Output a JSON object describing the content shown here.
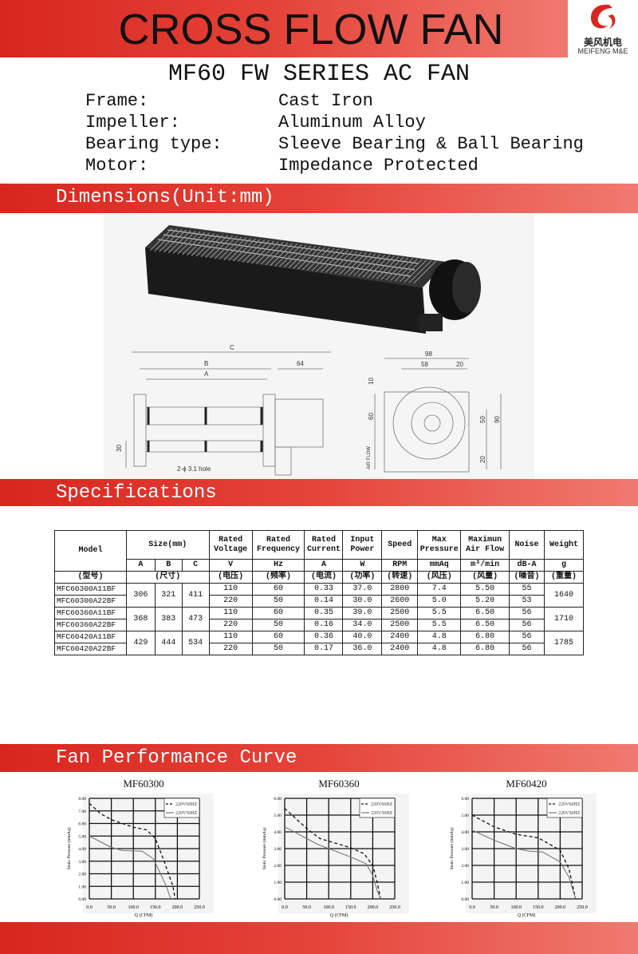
{
  "header": {
    "title": "CROSS FLOW FAN",
    "logo_cn": "美风机电",
    "logo_en": "MEIFENG M&E",
    "subtitle": "MF60 FW SERIES AC FAN"
  },
  "specs": [
    {
      "k": "Frame:",
      "v": "Cast Iron"
    },
    {
      "k": "Impeller:",
      "v": "Aluminum Alloy"
    },
    {
      "k": "Bearing type:",
      "v": "Sleeve Bearing & Ball Bearing"
    },
    {
      "k": "Motor:",
      "v": "Impedance Protected"
    }
  ],
  "sections": {
    "dimensions": "Dimensions(Unit:mm)",
    "specifications": "Specifications",
    "curve": "Fan Performance Curve"
  },
  "drawing": {
    "C": "C",
    "B": "B",
    "A": "A",
    "d64": "64",
    "d30": "30",
    "hole": "2-ϕ 3.1 hole",
    "d98": "98",
    "d58": "58",
    "d20a": "20",
    "d10": "10",
    "d60": "60",
    "d50": "50",
    "d90": "90",
    "d20b": "20",
    "airflow": "AIR FLOW"
  },
  "table": {
    "head": [
      "Model",
      "Size(mm)",
      "Rated Voltage",
      "Rated Frequency",
      "Rated Current",
      "Input Power",
      "Speed",
      "Max Pressure",
      "Maximun Air Flow",
      "Noise",
      "Weight"
    ],
    "units": [
      "A",
      "B",
      "C",
      "V",
      "Hz",
      "A",
      "W",
      "RPM",
      "mmAq",
      "m³/min",
      "dB-A",
      "g"
    ],
    "cn": [
      "(型号)",
      "(尺寸)",
      "(电压)",
      "(频率)",
      "(电流)",
      "(功率)",
      "(转速)",
      "(风压)",
      "(风量)",
      "(噪音)",
      "(重量)"
    ],
    "groups": [
      {
        "size": [
          "306",
          "321",
          "411"
        ],
        "weight": "1640",
        "rows": [
          [
            "MFC60300A11BF",
            "110",
            "60",
            "0.33",
            "37.0",
            "2800",
            "7.4",
            "5.50",
            "55"
          ],
          [
            "MFC60300A22BF",
            "220",
            "50",
            "0.14",
            "30.0",
            "2600",
            "5.0",
            "5.20",
            "53"
          ]
        ]
      },
      {
        "size": [
          "368",
          "383",
          "473"
        ],
        "weight": "1710",
        "rows": [
          [
            "MFC60360A11BF",
            "110",
            "60",
            "0.35",
            "39.0",
            "2500",
            "5.5",
            "6.50",
            "56"
          ],
          [
            "MFC60360A22BF",
            "220",
            "50",
            "0.16",
            "34.0",
            "2500",
            "5.5",
            "6.50",
            "56"
          ]
        ]
      },
      {
        "size": [
          "429",
          "444",
          "534"
        ],
        "weight": "1785",
        "rows": [
          [
            "MFC60420A11BF",
            "110",
            "60",
            "0.36",
            "40.0",
            "2400",
            "4.8",
            "6.80",
            "56"
          ],
          [
            "MFC60420A22BF",
            "220",
            "50",
            "0.17",
            "36.0",
            "2400",
            "4.8",
            "6.80",
            "56"
          ]
        ]
      }
    ]
  },
  "chart_data": [
    {
      "type": "line",
      "title": "MF60300",
      "xlabel": "Q (CFM)",
      "ylabel": "Static Pressure (mmAq)",
      "xlim": [
        0,
        250
      ],
      "ylim": [
        0,
        8
      ],
      "xticks": [
        "0.0",
        "50.0",
        "100.0",
        "150.0",
        "200.0",
        "250.0"
      ],
      "yticks": [
        "0.00",
        "1.00",
        "2.00",
        "3.00",
        "4.00",
        "5.00",
        "6.00",
        "7.00",
        "8.00"
      ],
      "legend": "top-right",
      "series": [
        {
          "name": "220V60HZ",
          "style": "dashed",
          "points": [
            [
              0,
              7.6
            ],
            [
              25,
              6.8
            ],
            [
              50,
              6.3
            ],
            [
              100,
              5.7
            ],
            [
              130,
              5.5
            ],
            [
              150,
              4.8
            ],
            [
              170,
              3.0
            ],
            [
              190,
              1.0
            ],
            [
              195,
              0
            ]
          ]
        },
        {
          "name": "220V50HZ",
          "style": "solid",
          "points": [
            [
              0,
              5.0
            ],
            [
              50,
              4.1
            ],
            [
              75,
              3.85
            ],
            [
              120,
              3.8
            ],
            [
              145,
              3.2
            ],
            [
              155,
              2.5
            ],
            [
              175,
              1.0
            ],
            [
              185,
              0
            ]
          ]
        }
      ]
    },
    {
      "type": "line",
      "title": "MF60360",
      "xlabel": "Q (CFM)",
      "ylabel": "Static Pressure (mmAq)",
      "xlim": [
        0,
        250
      ],
      "ylim": [
        0,
        6
      ],
      "xticks": [
        "0.0",
        "50.0",
        "100.0",
        "150.0",
        "200.0",
        "250.0"
      ],
      "yticks": [
        "0.00",
        "1.00",
        "2.00",
        "3.00",
        "4.00",
        "5.00",
        "6.00"
      ],
      "legend": "top-right",
      "series": [
        {
          "name": "220V60HZ",
          "style": "dashed",
          "points": [
            [
              0,
              5.4
            ],
            [
              50,
              4.2
            ],
            [
              80,
              3.6
            ],
            [
              150,
              3.05
            ],
            [
              180,
              2.7
            ],
            [
              200,
              2.0
            ],
            [
              210,
              1.0
            ],
            [
              218,
              0
            ]
          ]
        },
        {
          "name": "220V50HZ",
          "style": "solid",
          "points": [
            [
              0,
              4.3
            ],
            [
              50,
              3.6
            ],
            [
              75,
              3.25
            ],
            [
              150,
              2.5
            ],
            [
              185,
              2.1
            ],
            [
              200,
              1.4
            ],
            [
              210,
              0.5
            ],
            [
              218,
              0
            ]
          ]
        }
      ]
    },
    {
      "type": "line",
      "title": "MF60420",
      "xlabel": "Q (CFM)",
      "ylabel": "Static Pressure (mmAq)",
      "xlim": [
        0,
        250
      ],
      "ylim": [
        0,
        6
      ],
      "xticks": [
        "0.0",
        "50.0",
        "100.0",
        "150.0",
        "200.0",
        "250.0"
      ],
      "yticks": [
        "0.00",
        "1.00",
        "2.00",
        "3.00",
        "4.00",
        "5.00",
        "6.00"
      ],
      "legend": "top-right",
      "series": [
        {
          "name": "220V60HZ",
          "style": "dashed",
          "points": [
            [
              0,
              5.0
            ],
            [
              50,
              4.3
            ],
            [
              100,
              3.85
            ],
            [
              150,
              3.65
            ],
            [
              200,
              2.9
            ],
            [
              220,
              1.8
            ],
            [
              235,
              0
            ]
          ]
        },
        {
          "name": "220V50HZ",
          "style": "solid",
          "points": [
            [
              0,
              4.1
            ],
            [
              50,
              3.5
            ],
            [
              100,
              3.0
            ],
            [
              130,
              2.85
            ],
            [
              160,
              2.8
            ],
            [
              200,
              2.2
            ],
            [
              220,
              1.3
            ],
            [
              235,
              0
            ]
          ]
        }
      ]
    }
  ],
  "colors": {
    "brand_red": "#d8261e"
  }
}
